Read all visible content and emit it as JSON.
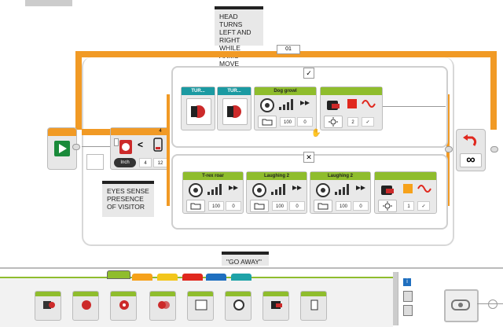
{
  "comments": {
    "head_turns": "HEAD TURNS LEFT AND RIGHT WHILE ARMS MOVE",
    "eyes_sense": "EYES SENSE PRESENCE OF VISITOR",
    "go_away": "\"GO AWAY\""
  },
  "loop": {
    "label": "01",
    "infinity": "∞"
  },
  "switch": {
    "compare_value": "4",
    "threshold": "12",
    "port": "4",
    "op": "<",
    "mode": "Inch",
    "true_glyph": "✓",
    "false_glyph": "✕"
  },
  "top_branch": {
    "motor1": "TUR...",
    "motor2": "TUR...",
    "sound_title": "Dog growl",
    "sound_volume": "100",
    "sound_play": "0",
    "light_color": "2"
  },
  "bottom_branch": {
    "sound1_title": "T-rex roar",
    "sound1_volume": "100",
    "sound1_play": "0",
    "sound2_title": "Laughing 2",
    "sound2_volume": "100",
    "sound2_play": "0",
    "sound3_title": "Laughing 2",
    "sound3_volume": "100",
    "sound3_play": "0",
    "light_color": "1"
  },
  "palette_tabs": [
    {
      "color": "#8fbd2d"
    },
    {
      "color": "#f6a21b"
    },
    {
      "color": "#f3c61b"
    },
    {
      "color": "#e0281e"
    },
    {
      "color": "#1f6fbf"
    },
    {
      "color": "#1fa3a8"
    }
  ],
  "accent": "#f19a25"
}
